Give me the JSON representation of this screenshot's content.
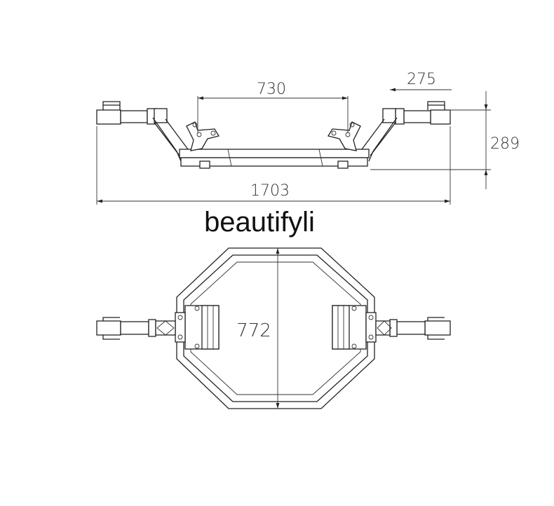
{
  "brand_text": "beautifyli",
  "side_view": {
    "dimensions": {
      "inner_span": "730",
      "handle_length": "275",
      "height": "289",
      "overall_width": "1703"
    }
  },
  "top_view": {
    "dimensions": {
      "frame_depth": "772"
    }
  },
  "colors": {
    "line": "#222222",
    "background": "#ffffff"
  }
}
